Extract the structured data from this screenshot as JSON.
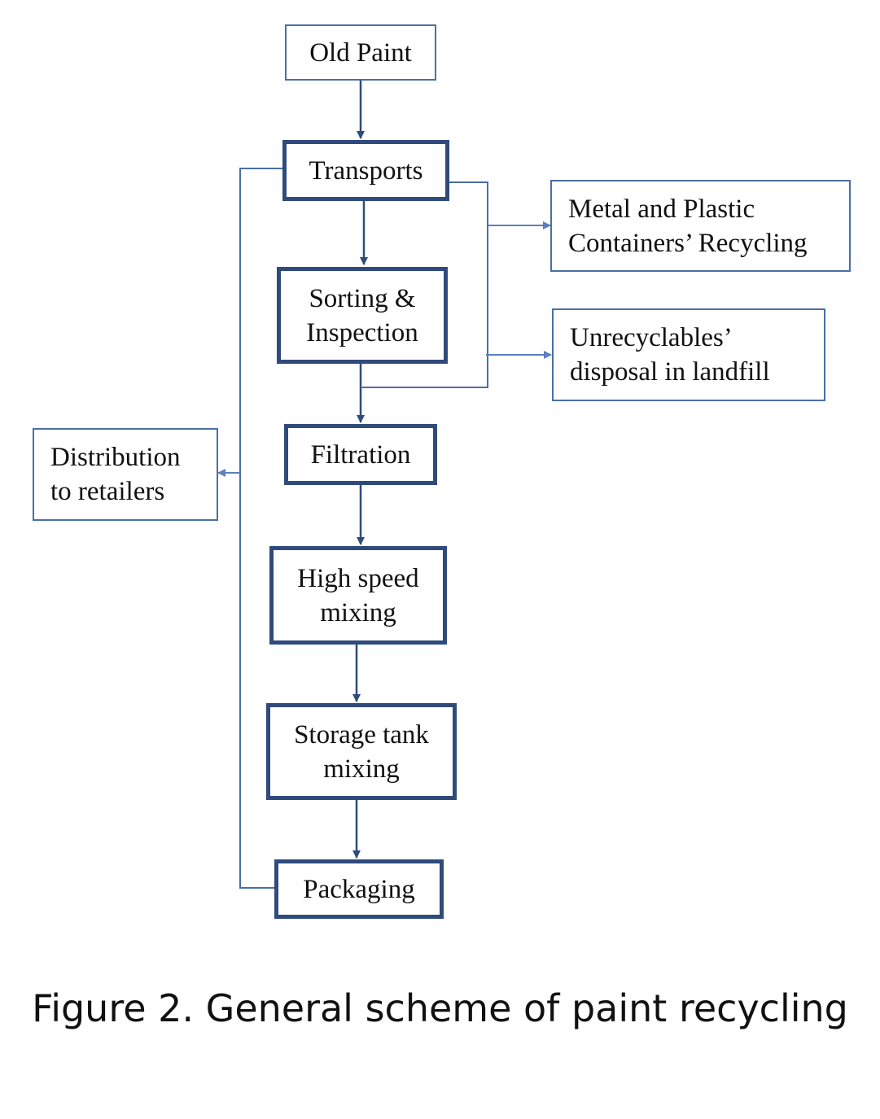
{
  "diagram": {
    "nodes": {
      "old_paint": "Old Paint",
      "transports": "Transports",
      "sorting_line1": "Sorting &",
      "sorting_line2": "Inspection",
      "filtration": "Filtration",
      "high_speed_line1": "High speed",
      "high_speed_line2": "mixing",
      "storage_line1": "Storage tank",
      "storage_line2": "mixing",
      "packaging": "Packaging",
      "metal_line1": "Metal and Plastic",
      "metal_line2": "Containers’ Recycling",
      "unrecyclables_line1": "Unrecyclables’",
      "unrecyclables_line2": "disposal in landfill",
      "distribution_line1": "Distribution",
      "distribution_line2": "to retailers"
    },
    "colors": {
      "main_border": "#2f4b7c",
      "side_border": "#4a6fa5",
      "connector": "#4a6fa5"
    }
  },
  "caption": "Figure 2. General scheme of paint recycling"
}
